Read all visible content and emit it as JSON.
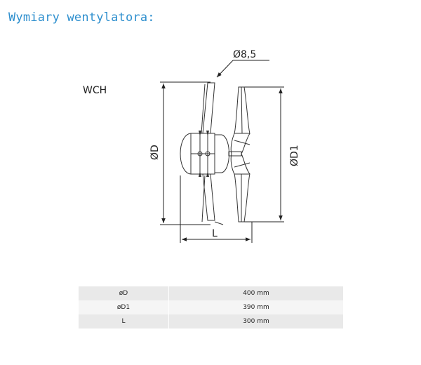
{
  "heading": "Wymiary wentylatora:",
  "diagram": {
    "model_label": "WCH",
    "hole_label": "Ø8,5",
    "diameter_label": "ØD",
    "diameter1_label": "ØD1",
    "length_label": "L"
  },
  "specs": {
    "rows": [
      {
        "param": "øD",
        "value": "400 mm"
      },
      {
        "param": "øD1",
        "value": "390 mm"
      },
      {
        "param": "L",
        "value": "300 mm"
      }
    ]
  }
}
